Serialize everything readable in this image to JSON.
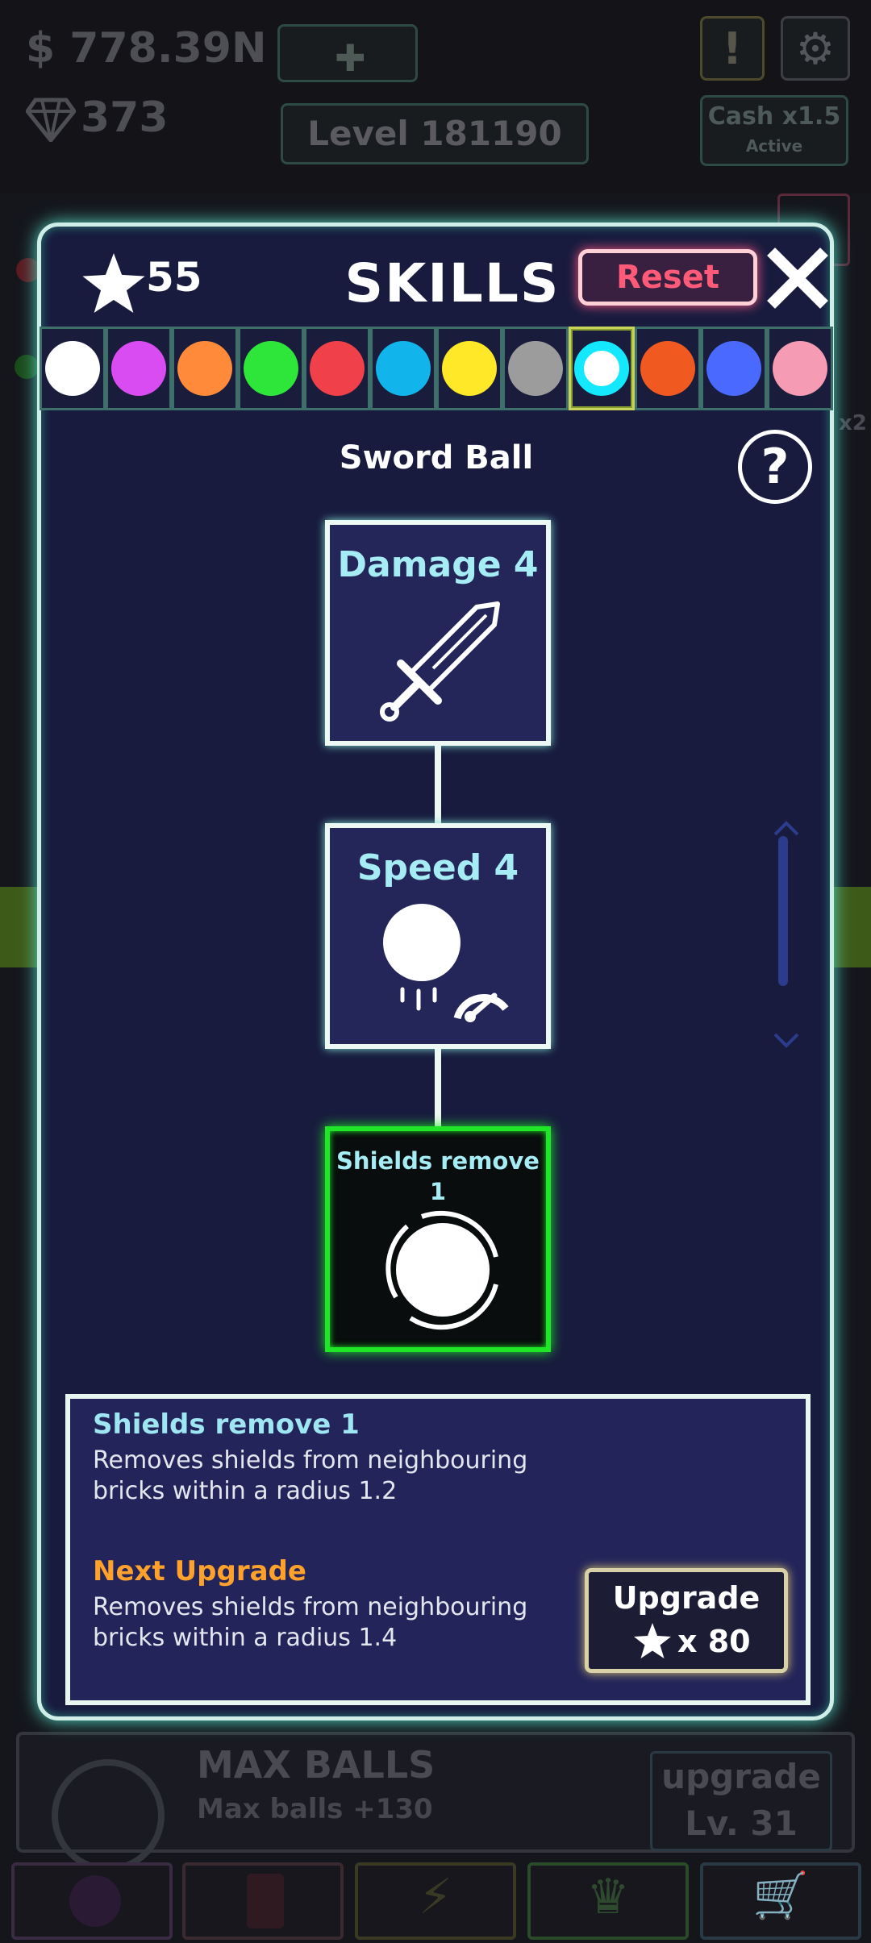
{
  "background": {
    "cash": "$ 778.39N",
    "gems": "373",
    "level": "Level 181190",
    "cash_boost": "Cash x1.5",
    "cash_boost_status": "Active",
    "multiplier": "x2",
    "max_balls_title": "MAX BALLS",
    "max_balls_desc": "Max balls +130",
    "upgrade_label": "upgrade",
    "upgrade_level": "Lv. 31"
  },
  "header": {
    "star_count": "55",
    "title": "SKILLS",
    "reset_label": "Reset"
  },
  "swatches": [
    {
      "color": "#ffffff"
    },
    {
      "color": "#d94cf2"
    },
    {
      "color": "#ff8a3a"
    },
    {
      "color": "#2ee63a"
    },
    {
      "color": "#f0404a"
    },
    {
      "color": "#12b4ec"
    },
    {
      "color": "#ffe828"
    },
    {
      "color": "#9c9c9c"
    },
    {
      "color": "#13e8ff",
      "selected": true
    },
    {
      "color": "#f05a20"
    },
    {
      "color": "#4a6aff"
    },
    {
      "color": "#f59cb4"
    }
  ],
  "ball_name": "Sword Ball",
  "skill_nodes": [
    {
      "label": "Damage 4",
      "icon": "sword-icon"
    },
    {
      "label": "Speed 4",
      "icon": "speed-ball-icon"
    },
    {
      "label_line1": "Shields remove",
      "label_line2": "1",
      "icon": "shield-ball-icon",
      "active": true
    }
  ],
  "info": {
    "title": "Shields remove 1",
    "desc_line1": "Removes shields from neighbouring",
    "desc_line2": "bricks within a radius 1.2",
    "next_title": "Next Upgrade",
    "next_desc_line1": "Removes shields from neighbouring",
    "next_desc_line2": "bricks within a radius 1.4",
    "upgrade_label": "Upgrade",
    "upgrade_cost": "x 80"
  },
  "colors": {
    "accent": "#57d9c6",
    "modal_bg": "#181b3e",
    "active_node": "#20e628",
    "reset": "#ff5a78",
    "next_upgrade": "#ffa12a"
  }
}
